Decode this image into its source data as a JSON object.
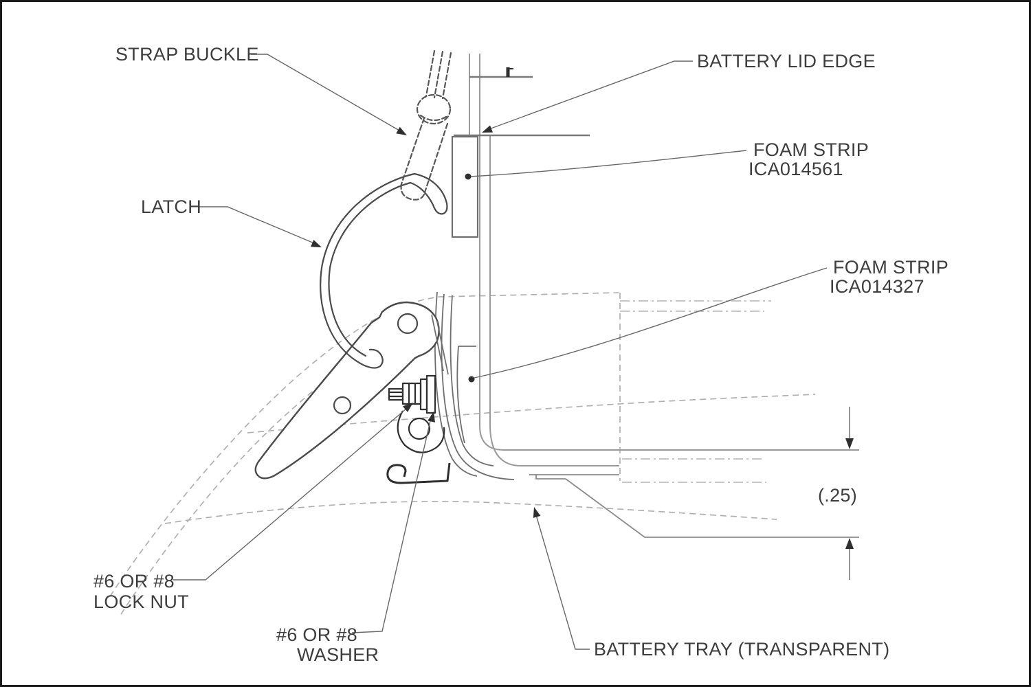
{
  "colors": {
    "background": "#ffffff",
    "border": "#1a1a1a",
    "main_line": "#4a4a4a",
    "hardware_line": "#2f2f2f",
    "lid_line": "#9a9a9a",
    "tray_dashed_line": "#b0b0b0",
    "leader_line": "#676767",
    "text": "#3d3d3d"
  },
  "callouts": {
    "strap_buckle": {
      "label": "STRAP BUCKLE"
    },
    "latch": {
      "label": "LATCH"
    },
    "battery_lid_edge": {
      "label": "BATTERY LID EDGE"
    },
    "foam_strip_top": {
      "label": "FOAM STRIP",
      "part_number": "ICA014561"
    },
    "foam_strip_lower": {
      "label": "FOAM STRIP",
      "part_number": "ICA014327"
    },
    "lock_nut": {
      "size": "#6 OR #8",
      "label": "LOCK NUT"
    },
    "washer": {
      "size": "#6 OR #8",
      "label": "WASHER"
    },
    "battery_tray": {
      "label": "BATTERY TRAY (TRANSPARENT)"
    }
  },
  "dimensions": {
    "tray_lip_height": "(.25)"
  }
}
